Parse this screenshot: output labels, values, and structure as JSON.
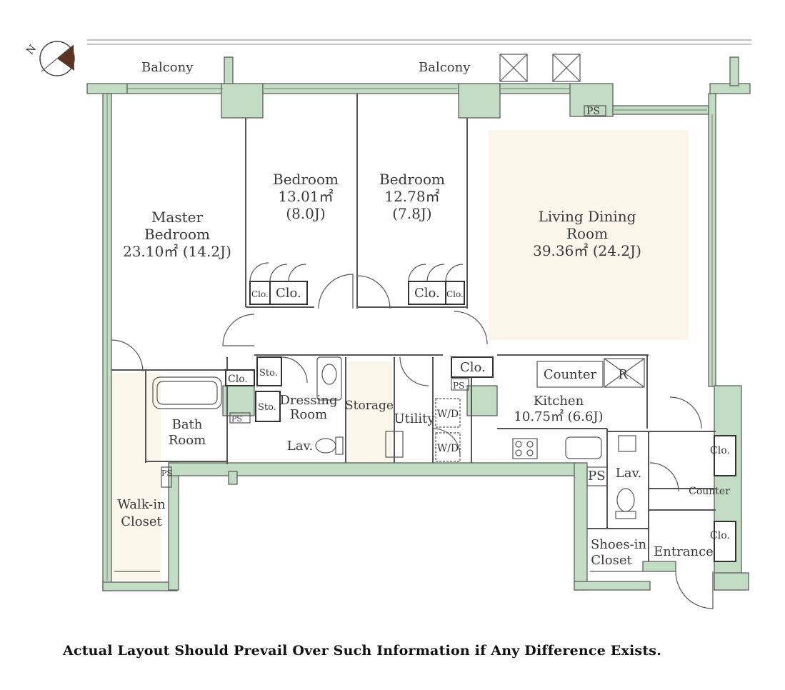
{
  "colors": {
    "wall": "#c3dcc4",
    "wall_stroke": "#555555",
    "living_fill": "#fbf6ea",
    "closet_fill": "#fbf6ea",
    "compass": "#5a3322"
  },
  "labels": {
    "balcony_left": "Balcony",
    "balcony_right": "Balcony",
    "master": {
      "l1": "Master",
      "l2": "Bedroom",
      "l3": "23.10㎡ (14.2J)"
    },
    "bed1": {
      "l1": "Bedroom",
      "l2": "13.01㎡",
      "l3": "(8.0J)"
    },
    "bed2": {
      "l1": "Bedroom",
      "l2": "12.78㎡",
      "l3": "(7.8J)"
    },
    "ldk": {
      "l1": "Living Dining",
      "l2": "Room",
      "l3": "39.36㎡ (24.2J)"
    },
    "clo": "Clo.",
    "sto": "Sto.",
    "ps": "PS",
    "dressing": {
      "l1": "Dressing",
      "l2": "Room"
    },
    "storage": "Storage",
    "utility": "Utility",
    "wd": "W/D",
    "lav": "Lav.",
    "bath": {
      "l1": "Bath",
      "l2": "Room"
    },
    "walkin": {
      "l1": "Walk-in",
      "l2": "Closet"
    },
    "counter": "Counter",
    "r": "R",
    "kitchen": {
      "l1": "Kitchen",
      "l2": "10.75㎡ (6.6J)"
    },
    "shoes": {
      "l1": "Shoes-in",
      "l2": "Closet"
    },
    "entrance": "Entrance",
    "north": "N"
  },
  "disclaimer": "Actual Layout Should Prevail Over Such Information if Any Difference Exists."
}
